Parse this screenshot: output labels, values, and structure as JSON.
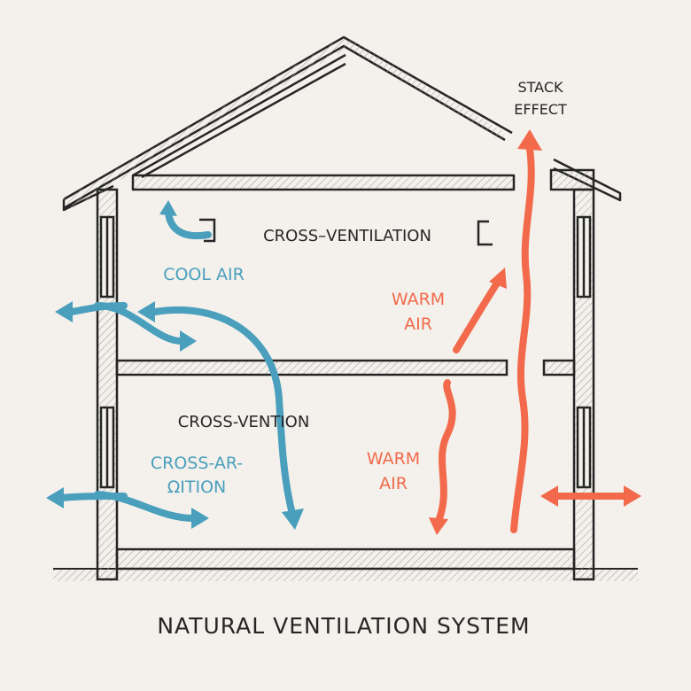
{
  "title": "NATURAL VENTILATION SYSTEM",
  "labels": {
    "stack_effect_line1": "STACK",
    "stack_effect_line2": "EFFECT",
    "cross_ventilation_upper": "CROSS–VENTILATION",
    "cool_air": "COOL AIR",
    "warm_air_upper_line1": "WARM",
    "warm_air_upper_line2": "AIR",
    "cross_vention_lower": "CROSS-VENTION",
    "cross_ar_line1": "CROSS-AR-",
    "cross_ar_line2": "ΩITION",
    "warm_air_lower_line1": "WARM",
    "warm_air_lower_line2": "AIR"
  },
  "colors": {
    "background": "#f4f1ec",
    "structure": "#262626",
    "cool_air": "#4a9fbd",
    "warm_air": "#f26a4b",
    "hatch": "#8a8a8a"
  }
}
